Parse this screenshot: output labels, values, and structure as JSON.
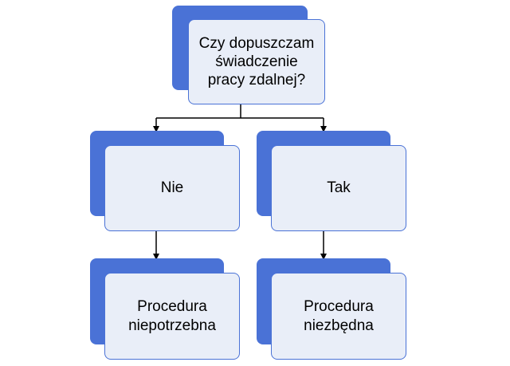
{
  "diagram": {
    "root": {
      "label": "Czy dopuszczam świadczenie pracy zdalnej?"
    },
    "left_branch": {
      "label": "Nie"
    },
    "right_branch": {
      "label": "Tak"
    },
    "left_leaf": {
      "label": "Procedura niepotrzebna"
    },
    "right_leaf": {
      "label": "Procedura niezbędna"
    }
  },
  "colors": {
    "accent": "#4a72d6",
    "panel_fill": "#e9eef8",
    "line": "#000000"
  }
}
